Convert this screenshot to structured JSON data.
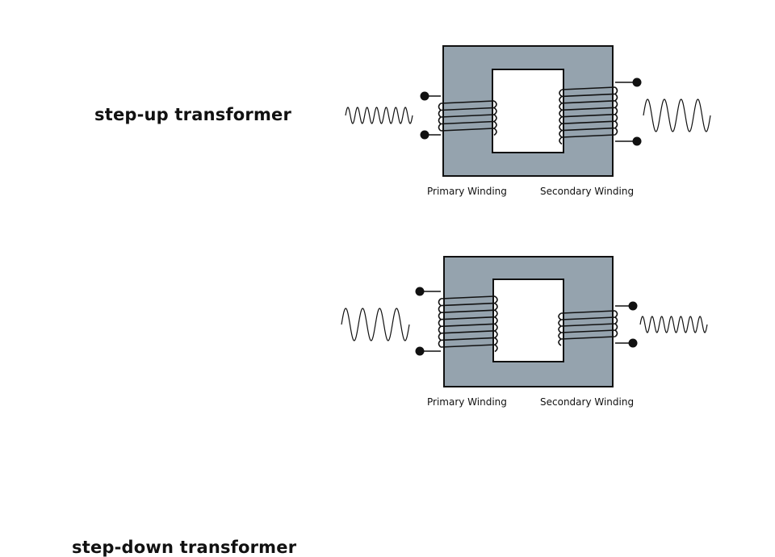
{
  "transformers": [
    {
      "title": "step-up transformer",
      "primary_label": "Primary Winding",
      "secondary_label": "Secondary Winding",
      "primary_turns": 5,
      "secondary_turns": 8,
      "input_wave": {
        "cycles": 7,
        "relative_amplitude": 0.5
      },
      "output_wave": {
        "cycles": 4,
        "relative_amplitude": 1.0
      }
    },
    {
      "title": "step-down transformer",
      "primary_label": "Primary Winding",
      "secondary_label": "Secondary Winding",
      "primary_turns": 8,
      "secondary_turns": 5,
      "input_wave": {
        "cycles": 4,
        "relative_amplitude": 1.0
      },
      "output_wave": {
        "cycles": 7,
        "relative_amplitude": 0.5
      }
    }
  ],
  "colors": {
    "core": "#95a3ae",
    "outline": "#111111",
    "background": "#ffffff"
  }
}
